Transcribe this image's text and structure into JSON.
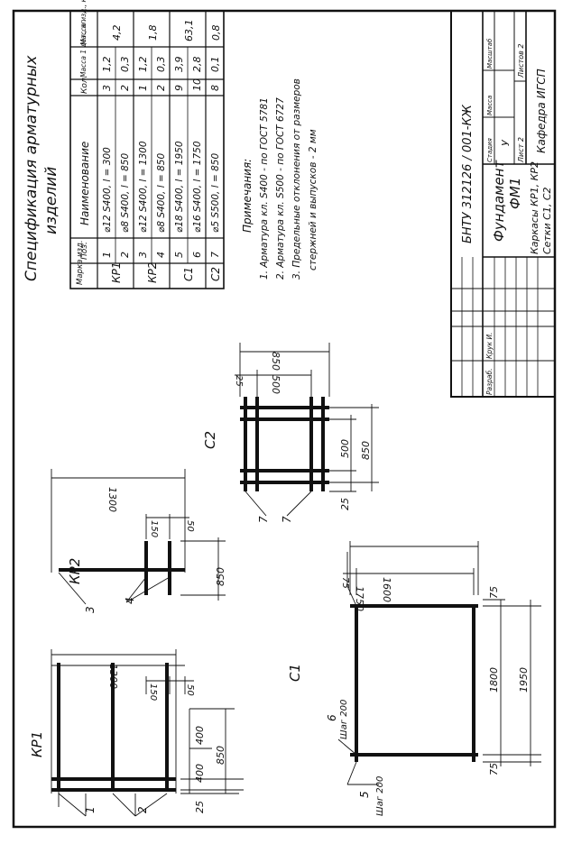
{
  "spec": {
    "title": "Спецификация арматурных изделий",
    "title_line1": "Спецификация  арматурных",
    "title_line2": "изделий",
    "headers": {
      "marka": "Марка изд.",
      "poz": "Поз.",
      "name": "Наименование",
      "kol": "Кол.",
      "mass_det": "Масса 1 дет., кг",
      "mass_izd": "Масса изд., кг"
    },
    "rows": [
      {
        "marka": "КР1",
        "poz": "1",
        "name": "⌀12 S400, l = 300",
        "kol": "3",
        "mass_det": "1,2",
        "mass_izd": "4,2"
      },
      {
        "marka": "",
        "poz": "2",
        "name": "⌀8 S400, l = 850",
        "kol": "2",
        "mass_det": "0,3",
        "mass_izd": ""
      },
      {
        "marka": "КР2",
        "poz": "3",
        "name": "⌀12 S400, l = 1300",
        "kol": "1",
        "mass_det": "1,2",
        "mass_izd": "1,8"
      },
      {
        "marka": "",
        "poz": "4",
        "name": "⌀8 S400, l = 850",
        "kol": "2",
        "mass_det": "0,3",
        "mass_izd": ""
      },
      {
        "marka": "С1",
        "poz": "5",
        "name": "⌀18 S400, l = 1950",
        "kol": "9",
        "mass_det": "3,9",
        "mass_izd": "63,1"
      },
      {
        "marka": "",
        "poz": "6",
        "name": "⌀16 S400, l = 1750",
        "kol": "10",
        "mass_det": "2,8",
        "mass_izd": ""
      },
      {
        "marka": "С2",
        "poz": "7",
        "name": "⌀5 S500, l = 850",
        "kol": "8",
        "mass_det": "0,1",
        "mass_izd": "0,8"
      }
    ]
  },
  "notes": {
    "title": "Примечания:",
    "items": [
      "1.  Арматура  кл. S400 - по ГОСТ 5781",
      "2.  Арматура  кл. S500 - по ГОСТ 6727",
      "3.  Предельные  отклонения  от  размеров",
      "стержней  и  выпусков  - 2 мм"
    ]
  },
  "stamp": {
    "code": "БНТУ  312126 / 001-КЖ",
    "title_line1": "Фундамент",
    "title_line2": "ФМ1",
    "sheet_line1": "Каркасы  КР1, КР2",
    "sheet_line2": "Сетки  С1, С2",
    "stadia_label": "Стадия",
    "massa_label": "Масса",
    "masshtab_label": "Масштаб",
    "stadia_value": "У",
    "list_label": "Лист 2",
    "listov_label": "Листов 2",
    "org": "Кафедра  ИГСП",
    "razrab_label": "Разраб.",
    "razrab_name": "Крук И."
  },
  "views": {
    "kr1": {
      "label": "КР1",
      "dims": [
        "1300",
        "150",
        "50",
        "400",
        "400",
        "850",
        "25"
      ],
      "leaders": [
        "1",
        "2"
      ]
    },
    "kr2": {
      "label": "КР2",
      "dims": [
        "1300",
        "150",
        "50",
        "850"
      ],
      "leaders": [
        "3",
        "4"
      ]
    },
    "c1": {
      "label": "С1",
      "dims": [
        "1750",
        "1600",
        "75",
        "75",
        "1800",
        "1950",
        "75"
      ],
      "leaders": [
        "5",
        "6"
      ],
      "step_label": "Шаг 200"
    },
    "c2": {
      "label": "С2",
      "dims": [
        "850",
        "500",
        "25",
        "500",
        "850",
        "25"
      ],
      "leaders": [
        "7",
        "7"
      ]
    }
  }
}
